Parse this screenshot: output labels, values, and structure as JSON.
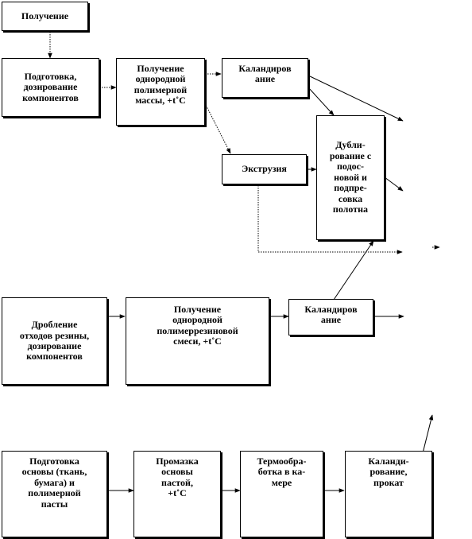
{
  "boxes": {
    "b1": "Получение",
    "b2": "Подготовка,\nдозирование\nкомпонентов",
    "b3": "Получение\nоднородной\nполимерной\nмассы, +t˚С",
    "b4": "Каландиров\nание",
    "b5": "Экструзия",
    "b6": "Дубли-\nрование с\nподос-\nновой и\nподпре-\nсовка\nполотна",
    "b7": "Дробление\nотходов резины,\nдозирование\nкомпонентов",
    "b8": "Получение\nоднородной\nполимеррезиновой\nсмеси, +t˚С",
    "b9": "Каландиров\nание",
    "b10": "Подготовка\nосновы (ткань,\nбумага)  и\nполимерной\nпасты",
    "b11": "Промазка\nосновы\nпастой,\n+t˚С",
    "b12": "Термообра-\nботка в ка-\nмере",
    "b13": "Каланди-\nрование,\nпрокат"
  }
}
